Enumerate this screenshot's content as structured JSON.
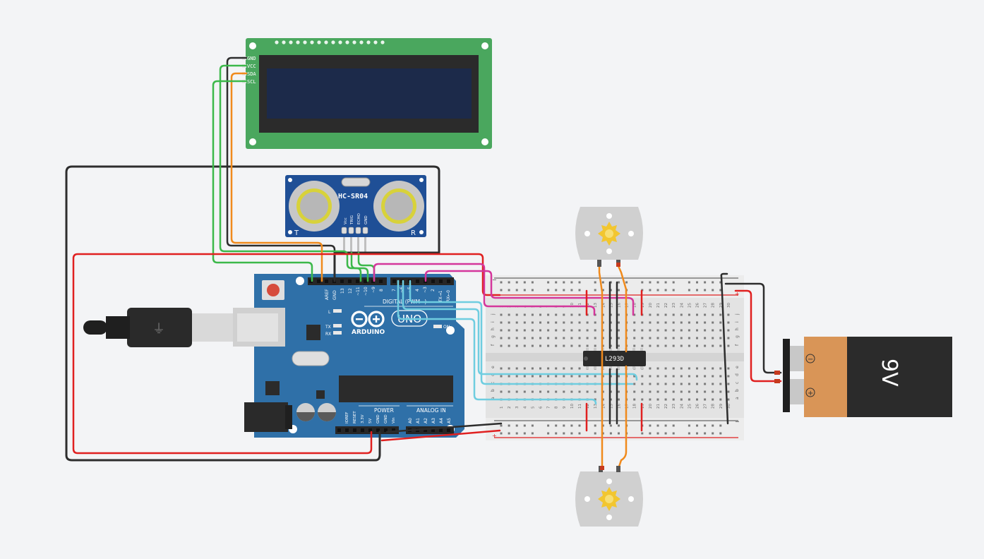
{
  "lcd": {
    "pins": [
      "GND",
      "VCC",
      "SDA",
      "SCL"
    ]
  },
  "ultrasonic": {
    "model": "HC-SR04",
    "pins": [
      "Vcc",
      "TRIG",
      "ECHO",
      "GND"
    ],
    "t_label": "T",
    "r_label": "R"
  },
  "arduino": {
    "brand": "ARDUINO",
    "model": "UNO",
    "digital_label": "DIGITAL (PWM~)",
    "power_label": "POWER",
    "analog_label": "ANALOG IN",
    "on_label": "ON",
    "led_l": "L",
    "led_tx": "TX",
    "led_rx": "RX",
    "digital_pins": [
      "AREF",
      "GND",
      "13",
      "12",
      "~11",
      "~10",
      "~9",
      "8",
      "7",
      "~6",
      "~5",
      "4",
      "~3",
      "2",
      "TX→1",
      "RX←0"
    ],
    "power_pins": [
      "IOREF",
      "RESET",
      "3.3V",
      "5V",
      "GND",
      "GND",
      "Vin"
    ],
    "analog_pins": [
      "A0",
      "A1",
      "A2",
      "A3",
      "A4",
      "A5"
    ]
  },
  "driver": {
    "chip_label": "L293D"
  },
  "battery": {
    "voltage_label": "9V",
    "minus": "−",
    "plus": "+"
  },
  "breadboard": {
    "row_letters_top": [
      "j",
      "i",
      "h",
      "g",
      "f"
    ],
    "row_letters_bottom": [
      "e",
      "d",
      "c",
      "b",
      "a"
    ],
    "column_numbers": [
      "1",
      "2",
      "3",
      "4",
      "5",
      "6",
      "7",
      "8",
      "9",
      "10",
      "11",
      "12",
      "13",
      "14",
      "15",
      "16",
      "17",
      "18",
      "19",
      "20",
      "21",
      "22",
      "23",
      "24",
      "25",
      "26",
      "27",
      "28",
      "29",
      "30"
    ],
    "rail_plus": "+",
    "rail_minus": "−"
  },
  "colors": {
    "background": "#f3f4f6",
    "wire_black": "#2d2d2d",
    "wire_red": "#e02020",
    "wire_green": "#3cb84a",
    "wire_orange": "#f08a1c",
    "wire_magenta": "#d4369b",
    "wire_cyan": "#6fcde0",
    "arduino_board": "#2f70a8",
    "lcd_board": "#4aa75e",
    "sensor_board": "#1f4f96"
  }
}
